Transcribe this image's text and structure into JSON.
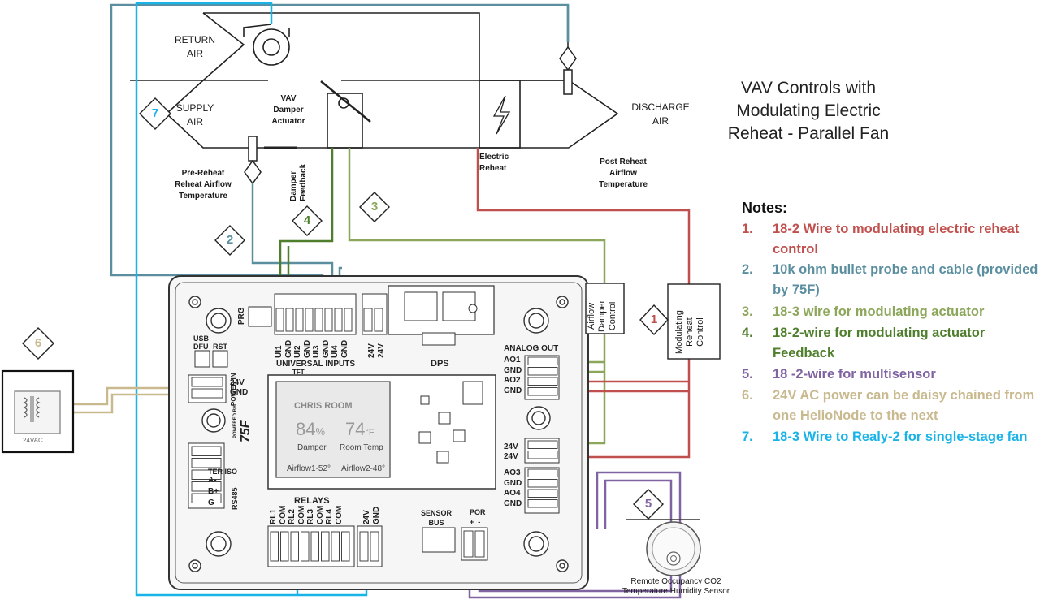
{
  "title": "VAV Controls with Modulating Electric Reheat - Parallel Fan",
  "labels": {
    "return_air": "RETURN\nAIR",
    "supply_air": "SUPPLY\nAIR",
    "vav_actuator": "VAV\nDamper\nActuator",
    "discharge_air": "DISCHARGE\nAIR",
    "electric_reheat": "Electric\nReheat",
    "post_reheat": "Post Reheat\nAirflow\nTemperature",
    "pre_reheat": "Pre-Reheat\nReheat Airflow\nTemperature",
    "damper_feedback": "Damper\nFeedback",
    "airflow_damper_control": "Airflow\nDamper\nControl",
    "modulating_reheat_control": "Modulating\nReheat\nControl",
    "transformer": "24VAC",
    "sensor": "Remote Occupancy CO2\nTemperature Humidity Sensor"
  },
  "diamonds": [
    "1",
    "2",
    "3",
    "4",
    "5",
    "6",
    "7"
  ],
  "board": {
    "prg": "PRG",
    "usb_dfu": "USB\nDFU",
    "rst": "RST",
    "universal_inputs": "UNIVERSAL INPUTS",
    "ui_pins": [
      "UI1",
      "GND",
      "UI2",
      "GND",
      "UI3",
      "GND",
      "UI4",
      "GND"
    ],
    "dps": "DPS",
    "analog_out": "ANALOG OUT",
    "ao_top": [
      "AO1",
      "GND",
      "AO2",
      "GND"
    ],
    "ao_24v": [
      "24V",
      "24V"
    ],
    "ao_bottom": [
      "AO3",
      "GND",
      "AO4",
      "GND"
    ],
    "power_in": "POWER IN",
    "power_pins": [
      "24V",
      "GND"
    ],
    "ter_iso": "TER ISO",
    "rs485": "RS485",
    "rs485_pins": [
      "A-",
      "B+",
      "G"
    ],
    "relays": "RELAYS",
    "relay_pins": [
      "RL1",
      "COM",
      "RL2",
      "COM",
      "RL3",
      "COM",
      "RL4",
      "COM"
    ],
    "relay_power": [
      "24V",
      "GND"
    ],
    "sensor_bus": "SENSOR\nBUS",
    "por": "POR",
    "por_pins": "+  -",
    "brand": "75F",
    "powered_by": "POWERED BY",
    "ui_24v": [
      "24V",
      "24V"
    ],
    "tft": "TFT",
    "lcd": {
      "room": "CHRIS ROOM",
      "damper_value": "84",
      "damper_unit": "%",
      "damper_label": "Damper",
      "temp_value": "74",
      "temp_unit": "°F",
      "temp_label": "Room Temp",
      "airflow1": "Airflow1-52°",
      "airflow2": "Airflow2-48°"
    }
  },
  "notes_header": "Notes:",
  "notes": [
    {
      "num": "1.",
      "text": "18-2 Wire to modulating electric reheat control",
      "color": "#c0504d"
    },
    {
      "num": "2.",
      "text": "10k ohm bullet probe and cable (provided by 75F)",
      "color": "#5b8fa0"
    },
    {
      "num": "3.",
      "text": "18-3 wire for modulating actuator",
      "color": "#8ca65a"
    },
    {
      "num": "4.",
      "text": "18-2-wire for modulating actuator Feedback",
      "color": "#4f7f2c"
    },
    {
      "num": "5.",
      "text": "18 -2-wire for multisensor",
      "color": "#8064a2"
    },
    {
      "num": "6.",
      "text": "24V AC power can be daisy chained from one HelioNode to the next",
      "color": "#c9b98f"
    },
    {
      "num": "7.",
      "text": "18-3 Wire to Realy-2 for single-stage fan",
      "color": "#19b3e8"
    }
  ],
  "wire_colors": {
    "reheat": "#c0504d",
    "probe": "#5b8fa0",
    "actuator": "#8ca65a",
    "feedback": "#4f7f2c",
    "multisensor": "#8064a2",
    "power": "#c9b98f",
    "fan": "#19b3e8"
  }
}
